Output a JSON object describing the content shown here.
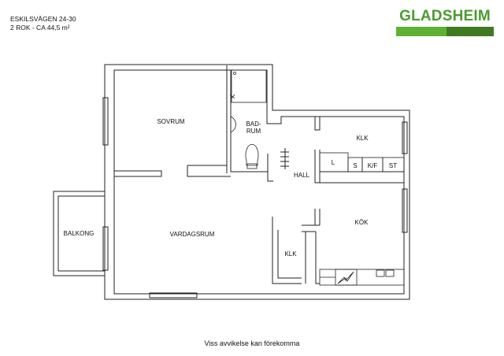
{
  "header": {
    "address": "ESKILSVÄGEN 24-30",
    "size": "2 ROK - CA 44,5 m²"
  },
  "logo": {
    "text": "GLADSHEIM",
    "text_color": "#4a9c2f",
    "bar_color_light": "#5fb135",
    "bar_color_dark": "#3f7a23"
  },
  "rooms": {
    "sovrum": "SOVRUM",
    "badrum_line1": "BAD-",
    "badrum_line2": "RUM",
    "klk_top": "KLK",
    "l": "L",
    "s": "S",
    "kf": "K/F",
    "st": "ST",
    "hall": "HALL",
    "kok": "KÖK",
    "balkong": "BALKONG",
    "vardagsrum": "VARDAGSRUM",
    "klk_bottom": "KLK"
  },
  "footer": {
    "disclaimer": "Viss avvikelse kan förekomma"
  }
}
